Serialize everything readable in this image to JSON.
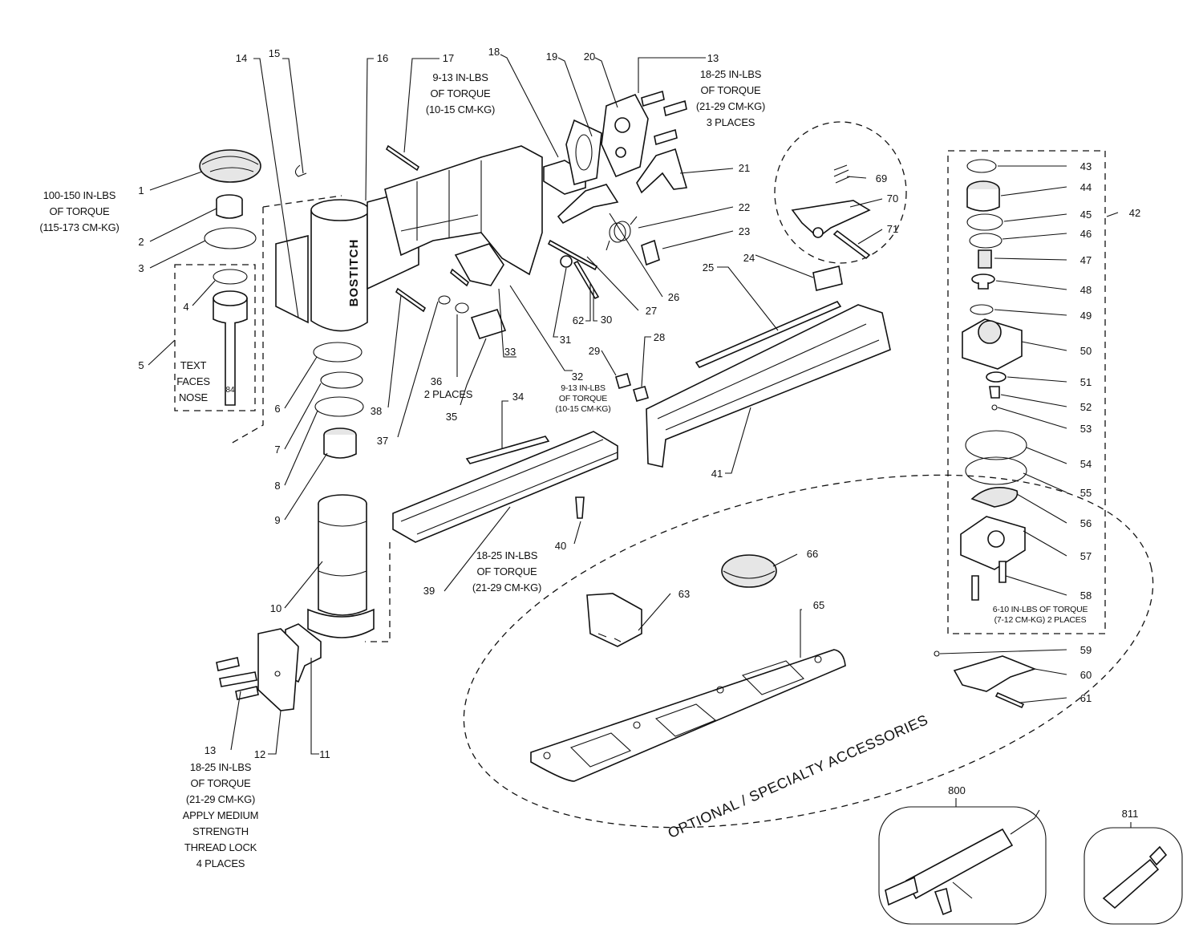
{
  "brand_mark": "BOSTITCH",
  "accessories_caption": "OPTIONAL / SPECIALTY ACCESSORIES",
  "text_faces_nose_part_mark": "84",
  "callouts": [
    {
      "id": "c1",
      "text": "1"
    },
    {
      "id": "c2",
      "text": "2"
    },
    {
      "id": "c3",
      "text": "3"
    },
    {
      "id": "c4",
      "text": "4"
    },
    {
      "id": "c5",
      "text": "5"
    },
    {
      "id": "c6",
      "text": "6"
    },
    {
      "id": "c7",
      "text": "7"
    },
    {
      "id": "c8",
      "text": "8"
    },
    {
      "id": "c9",
      "text": "9"
    },
    {
      "id": "c10",
      "text": "10"
    },
    {
      "id": "c11",
      "text": "11"
    },
    {
      "id": "c12",
      "text": "12"
    },
    {
      "id": "c13a",
      "text": "13"
    },
    {
      "id": "c13b",
      "text": "13"
    },
    {
      "id": "c14",
      "text": "14"
    },
    {
      "id": "c15",
      "text": "15"
    },
    {
      "id": "c16",
      "text": "16"
    },
    {
      "id": "c17",
      "text": "17"
    },
    {
      "id": "c18",
      "text": "18"
    },
    {
      "id": "c19",
      "text": "19"
    },
    {
      "id": "c20",
      "text": "20"
    },
    {
      "id": "c21",
      "text": "21"
    },
    {
      "id": "c22",
      "text": "22"
    },
    {
      "id": "c23",
      "text": "23"
    },
    {
      "id": "c24",
      "text": "24"
    },
    {
      "id": "c25",
      "text": "25"
    },
    {
      "id": "c26",
      "text": "26"
    },
    {
      "id": "c27",
      "text": "27"
    },
    {
      "id": "c28",
      "text": "28"
    },
    {
      "id": "c29",
      "text": "29"
    },
    {
      "id": "c30",
      "text": "30"
    },
    {
      "id": "c31",
      "text": "31"
    },
    {
      "id": "c32",
      "text": "32"
    },
    {
      "id": "c33",
      "text": "33"
    },
    {
      "id": "c34",
      "text": "34"
    },
    {
      "id": "c35",
      "text": "35"
    },
    {
      "id": "c36",
      "text": "36"
    },
    {
      "id": "c37",
      "text": "37"
    },
    {
      "id": "c38",
      "text": "38"
    },
    {
      "id": "c39",
      "text": "39"
    },
    {
      "id": "c40",
      "text": "40"
    },
    {
      "id": "c41",
      "text": "41"
    },
    {
      "id": "c42",
      "text": "42"
    },
    {
      "id": "c43",
      "text": "43"
    },
    {
      "id": "c44",
      "text": "44"
    },
    {
      "id": "c45",
      "text": "45"
    },
    {
      "id": "c46",
      "text": "46"
    },
    {
      "id": "c47",
      "text": "47"
    },
    {
      "id": "c48",
      "text": "48"
    },
    {
      "id": "c49",
      "text": "49"
    },
    {
      "id": "c50",
      "text": "50"
    },
    {
      "id": "c51",
      "text": "51"
    },
    {
      "id": "c52",
      "text": "52"
    },
    {
      "id": "c53",
      "text": "53"
    },
    {
      "id": "c54",
      "text": "54"
    },
    {
      "id": "c55",
      "text": "55"
    },
    {
      "id": "c56",
      "text": "56"
    },
    {
      "id": "c57",
      "text": "57"
    },
    {
      "id": "c58",
      "text": "58"
    },
    {
      "id": "c59",
      "text": "59"
    },
    {
      "id": "c60",
      "text": "60"
    },
    {
      "id": "c61",
      "text": "61"
    },
    {
      "id": "c62",
      "text": "62"
    },
    {
      "id": "c63",
      "text": "63"
    },
    {
      "id": "c65",
      "text": "65"
    },
    {
      "id": "c66",
      "text": "66"
    },
    {
      "id": "c69",
      "text": "69"
    },
    {
      "id": "c70",
      "text": "70"
    },
    {
      "id": "c71",
      "text": "71"
    },
    {
      "id": "c800",
      "text": "800"
    },
    {
      "id": "c811",
      "text": "811"
    }
  ],
  "notes": [
    {
      "id": "n1",
      "lines": [
        "100-150 IN-LBS",
        "OF TORQUE",
        "(115-173 CM-KG)"
      ]
    },
    {
      "id": "n17",
      "lines": [
        "9-13 IN-LBS",
        "OF TORQUE",
        "(10-15 CM-KG)"
      ]
    },
    {
      "id": "n13top",
      "lines": [
        "18-25 IN-LBS",
        "OF TORQUE",
        "(21-29 CM-KG)",
        "3 PLACES"
      ]
    },
    {
      "id": "n5",
      "lines": [
        "TEXT",
        "FACES",
        "NOSE"
      ]
    },
    {
      "id": "n36",
      "lines": [
        "2 PLACES"
      ]
    },
    {
      "id": "n32",
      "lines": [
        "9-13 IN-LBS",
        "OF TORQUE",
        "(10-15 CM-KG)"
      ]
    },
    {
      "id": "n39",
      "lines": [
        "18-25 IN-LBS",
        "OF TORQUE",
        "(21-29 CM-KG)"
      ]
    },
    {
      "id": "n58",
      "lines": [
        "6-10 IN-LBS OF TORQUE",
        "(7-12 CM-KG)  2 PLACES"
      ]
    },
    {
      "id": "n13bot",
      "lines": [
        "18-25 IN-LBS",
        "OF TORQUE",
        "(21-29 CM-KG)",
        "APPLY MEDIUM",
        "STRENGTH",
        "THREAD LOCK",
        "4 PLACES"
      ]
    }
  ]
}
